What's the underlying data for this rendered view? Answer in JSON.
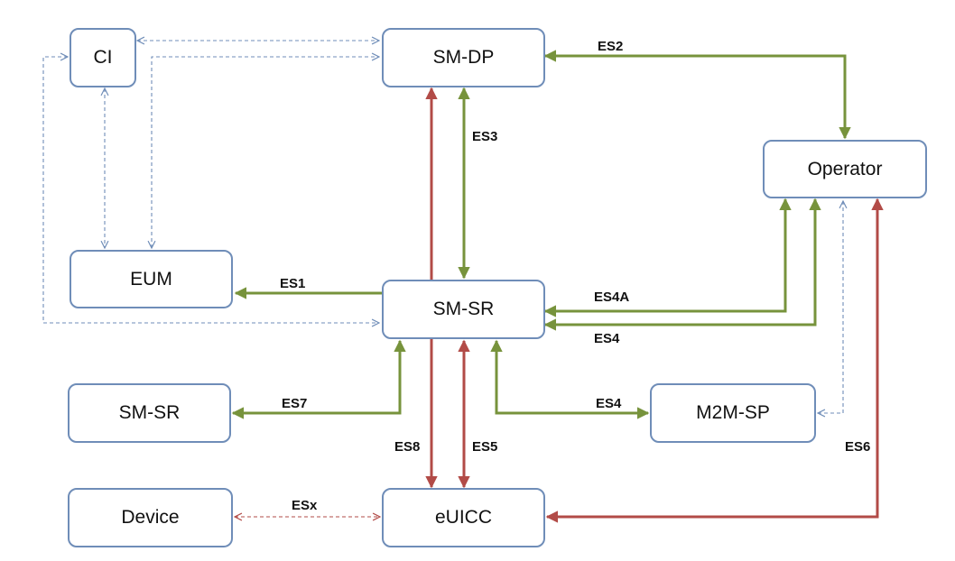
{
  "diagram": {
    "nodes": {
      "ci": "CI",
      "sm_dp": "SM-DP",
      "operator": "Operator",
      "eum": "EUM",
      "sm_sr": "SM-SR",
      "sm_sr_2": "SM-SR",
      "m2m_sp": "M2M-SP",
      "device": "Device",
      "euicc": "eUICC"
    },
    "edges": {
      "es1": "ES1",
      "es2": "ES2",
      "es3": "ES3",
      "es4a": "ES4A",
      "es4_operator": "ES4",
      "es4_m2m": "ES4",
      "es5": "ES5",
      "es6": "ES6",
      "es7": "ES7",
      "es8": "ES8",
      "esx": "ESx"
    },
    "colors": {
      "green": "#77933c",
      "red": "#b24b47",
      "blue_dashed": "#6f8db8",
      "box_border": "#6f8db8"
    }
  }
}
